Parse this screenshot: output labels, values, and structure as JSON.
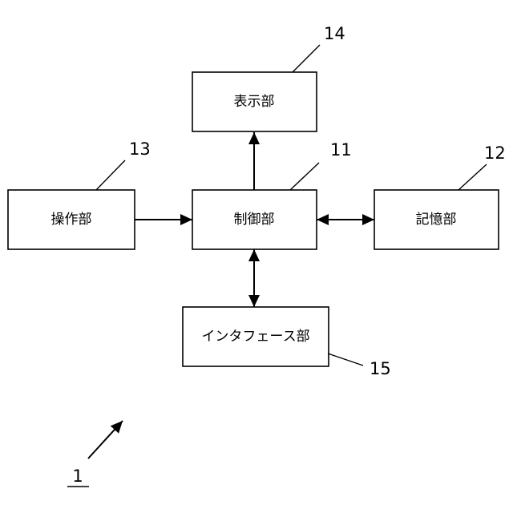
{
  "diagram": {
    "title": "block-diagram-of-device",
    "boxes": {
      "display": {
        "label": "表示部",
        "ref": "14"
      },
      "operation": {
        "label": "操作部",
        "ref": "13"
      },
      "control": {
        "label": "制御部",
        "ref": "11"
      },
      "storage": {
        "label": "記憶部",
        "ref": "12"
      },
      "interface": {
        "label": "インタフェース部",
        "ref": "15"
      }
    },
    "figure_ref": "1",
    "connections": [
      {
        "from": "operation",
        "to": "control",
        "type": "single-arrow"
      },
      {
        "from": "control",
        "to": "display",
        "type": "single-arrow"
      },
      {
        "from": "control",
        "to": "storage",
        "type": "double-arrow"
      },
      {
        "from": "control",
        "to": "interface",
        "type": "double-arrow"
      }
    ],
    "colors": {
      "line": "#000000",
      "background": "#ffffff",
      "box_fill": "#ffffff"
    }
  }
}
